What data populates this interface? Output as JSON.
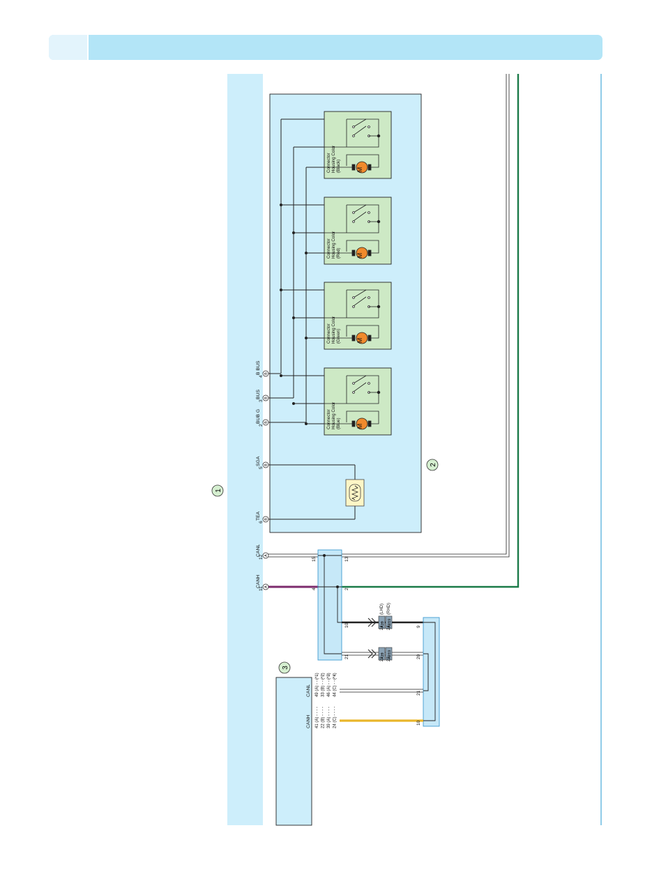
{
  "colors": {
    "header_bar": "#b3e5f7",
    "header_tab": "#e3f4fc",
    "panel_fill": "#cdeefb",
    "panel_border": "#47a9d9",
    "module_fill": "#cde9c5",
    "motor_fill": "#f08a2c",
    "thermistor_fill": "#fdf6c6",
    "canh_wire": "#7d2b6d",
    "green_wire": "#1a7a48",
    "yellow_wire": "#e9b62b",
    "joint_fill": "#c6e8f8",
    "conn_fill": "#8aa2b4"
  },
  "callouts": {
    "one": "1",
    "two": "2",
    "three": "3"
  },
  "component1_terminals": [
    {
      "name": "B BUS",
      "pin": "4",
      "conn": "B"
    },
    {
      "name": "BUS",
      "pin": "3",
      "conn": "B"
    },
    {
      "name": "BUB G",
      "pin": "2",
      "conn": "B"
    },
    {
      "name": "SGA",
      "pin": "5",
      "conn": "B"
    },
    {
      "name": "TEA",
      "pin": "6",
      "conn": "B"
    },
    {
      "name": "CANL",
      "pin": "12",
      "conn": "A"
    },
    {
      "name": "CANH",
      "pin": "11",
      "conn": "A"
    }
  ],
  "module_label": [
    "Connector",
    "Housing Color"
  ],
  "modules": [
    {
      "color": "(Black)"
    },
    {
      "color": "(Red)"
    },
    {
      "color": "(Green)"
    },
    {
      "color": "(Blue)"
    }
  ],
  "motor_symbol": "M",
  "joint1_pins": {
    "p15": "15",
    "p13": "13",
    "p4": "4",
    "p2": "2",
    "p10": "10",
    "p21": "21"
  },
  "joint2_pins": {
    "p9": "9",
    "p20": "20",
    "p21": "21",
    "p10": "10"
  },
  "inline_connectors": [
    {
      "lines": [
        "24",
        "24"
      ],
      "codes": [
        "A19",
        "AE19"
      ],
      "notes": [
        "(LHD)",
        "(RHD)"
      ]
    },
    {
      "lines": [
        "23",
        "23"
      ],
      "codes": [
        "A19",
        "AE19"
      ]
    }
  ],
  "component3": {
    "canl_label": "CANL",
    "canh_label": "CANH",
    "canl_rows": [
      "49",
      "33",
      "46",
      "44"
    ],
    "canl_conns": [
      "A",
      "B",
      "A",
      "C"
    ],
    "canl_notes": [
      "(*1)",
      "(*2)",
      "(*3)",
      "(*4)"
    ],
    "canh_rows": [
      "41",
      "22",
      "39",
      "24"
    ],
    "canh_conns": [
      "A",
      "B",
      "A",
      "C"
    ]
  }
}
